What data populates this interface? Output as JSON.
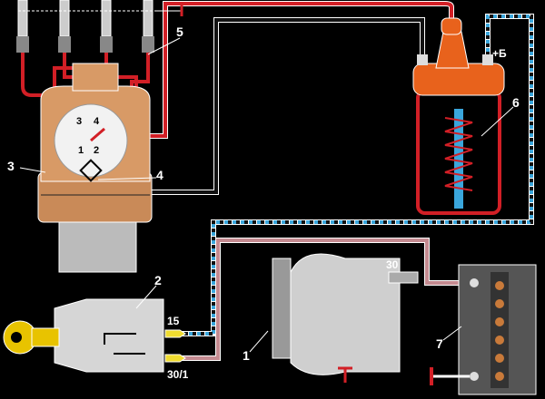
{
  "labels": {
    "ignition_switch": "2",
    "generator": "1",
    "distributor": "3",
    "breaker": "4",
    "hv_wires": "5",
    "ignition_coil": "6",
    "battery": "7",
    "coil_plus": "+Б",
    "gen_terminal": "30",
    "switch_terminal_15": "15",
    "switch_terminal_30_1": "30/1"
  },
  "distributor_cap_numbers": [
    "1",
    "2",
    "3",
    "4"
  ],
  "colors": {
    "hv_wire": "#d21f26",
    "lv_wire_black": "#111111",
    "lv_wire_blue": "#3aa6dc",
    "power_wire": "#c48a90",
    "coil_top": "#e8621c",
    "distributor_body": "#d89a66"
  }
}
